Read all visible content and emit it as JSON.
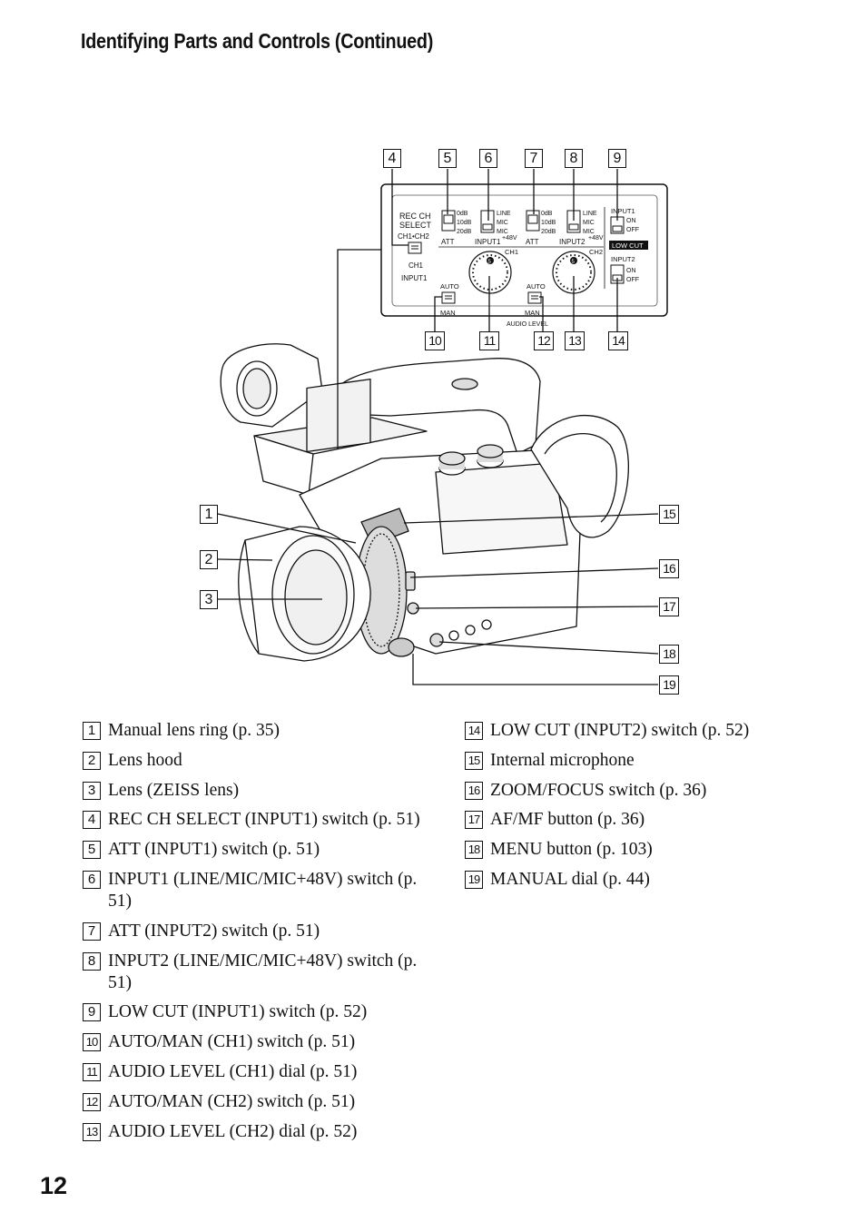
{
  "header": {
    "title": "Identifying Parts and Controls (Continued)"
  },
  "footer": {
    "page_number": "12"
  },
  "panel": {
    "rec_ch_select_line1": "REC CH",
    "rec_ch_select_line2": "SELECT",
    "ch1_ch2": "CH1•CH2",
    "ch1": "CH1",
    "input1": "INPUT1",
    "att_0db": "0dB",
    "att_10db": "10dB",
    "att_20db": "20dB",
    "att": "ATT",
    "line": "LINE",
    "mic": "MIC",
    "mic_48": "MIC",
    "plus48v": "+48V",
    "input1_label": "INPUT1",
    "input2_label": "INPUT2",
    "low_cut": "LOW CUT",
    "on": "ON",
    "off": "OFF",
    "auto": "AUTO",
    "man": "MAN",
    "ch1_dial": "CH1",
    "ch2_dial": "CH2",
    "audio_level": "AUDIO LEVEL",
    "dial_mark": "5"
  },
  "callouts": {
    "c1": "1",
    "c2": "2",
    "c3": "3",
    "c4": "4",
    "c5": "5",
    "c6": "6",
    "c7": "7",
    "c8": "8",
    "c9": "9",
    "c10": "10",
    "c11": "11",
    "c12": "12",
    "c13": "13",
    "c14": "14",
    "c15": "15",
    "c16": "16",
    "c17": "17",
    "c18": "18",
    "c19": "19"
  },
  "items_left": [
    {
      "num": "1",
      "text": "Manual lens ring (p. 35)"
    },
    {
      "num": "2",
      "text": "Lens hood"
    },
    {
      "num": "3",
      "text": "Lens (ZEISS lens)"
    },
    {
      "num": "4",
      "text": "REC CH SELECT (INPUT1) switch (p. 51)"
    },
    {
      "num": "5",
      "text": "ATT (INPUT1) switch (p. 51)"
    },
    {
      "num": "6",
      "text": "INPUT1 (LINE/MIC/MIC+48V) switch (p. 51)"
    },
    {
      "num": "7",
      "text": "ATT (INPUT2) switch (p. 51)"
    },
    {
      "num": "8",
      "text": "INPUT2 (LINE/MIC/MIC+48V) switch (p. 51)"
    },
    {
      "num": "9",
      "text": "LOW CUT (INPUT1) switch (p. 52)"
    },
    {
      "num": "10",
      "text": "AUTO/MAN (CH1) switch (p. 51)"
    },
    {
      "num": "11",
      "text": "AUDIO LEVEL (CH1) dial (p. 51)"
    },
    {
      "num": "12",
      "text": "AUTO/MAN (CH2) switch (p. 51)"
    },
    {
      "num": "13",
      "text": "AUDIO LEVEL (CH2) dial (p. 52)"
    }
  ],
  "items_right": [
    {
      "num": "14",
      "text": "LOW CUT (INPUT2) switch (p. 52)"
    },
    {
      "num": "15",
      "text": "Internal microphone"
    },
    {
      "num": "16",
      "text": "ZOOM/FOCUS switch (p. 36)"
    },
    {
      "num": "17",
      "text": "AF/MF button (p. 36)"
    },
    {
      "num": "18",
      "text": "MENU button (p. 103)"
    },
    {
      "num": "19",
      "text": "MANUAL dial (p. 44)"
    }
  ]
}
